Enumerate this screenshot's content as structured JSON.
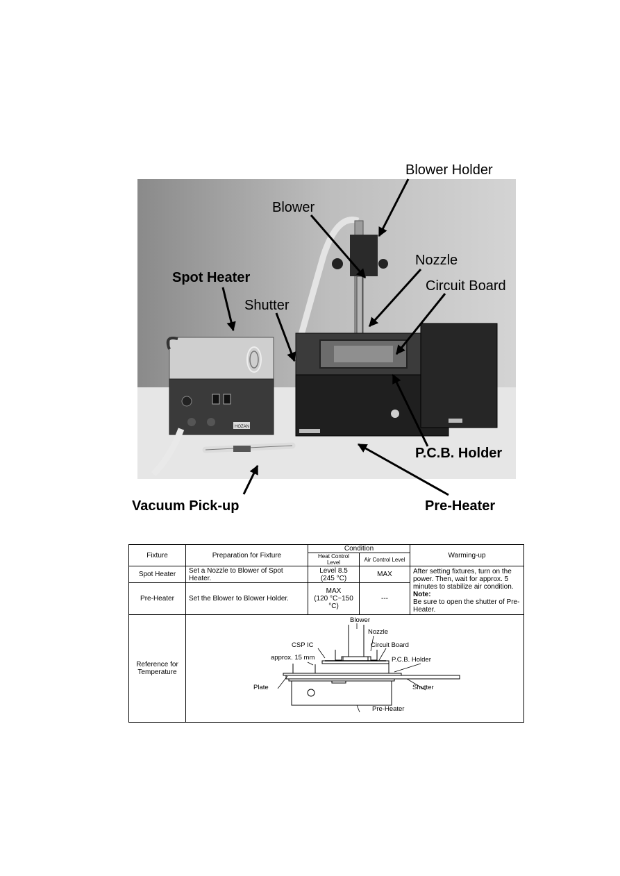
{
  "photo": {
    "callouts": {
      "blower_holder": "Blower Holder",
      "blower": "Blower",
      "nozzle": "Nozzle",
      "spot_heater": "Spot Heater",
      "shutter": "Shutter",
      "circuit_board": "Circuit Board",
      "pcb_holder": "P.C.B. Holder",
      "vacuum_pickup": "Vacuum Pick-up",
      "pre_heater": "Pre-Heater"
    },
    "brand_plate": "HOZAN"
  },
  "table": {
    "headers": {
      "fixture": "Fixture",
      "preparation": "Preparation for Fixture",
      "condition": "Condition",
      "heat_control": "Heat Control Level",
      "air_control": "Air Control Level",
      "warming_up": "Warming-up"
    },
    "rows": [
      {
        "fixture": "Spot Heater",
        "preparation": "Set a Nozzle to Blower of Spot Heater.",
        "heat_level": "Level 8.5",
        "heat_temp": "(245 °C)",
        "air_level": "MAX"
      },
      {
        "fixture": "Pre-Heater",
        "preparation": "Set the Blower to Blower Holder.",
        "heat_level": "MAX",
        "heat_temp": "(120 °C~150 °C)",
        "air_level": "---"
      }
    ],
    "warming_up": {
      "text": "After setting fixtures, turn on the power. Then, wait for approx. 5 minutes to stabilize air condition.",
      "note_label": "Note:",
      "note_text": "Be sure to open the shutter of Pre-Heater."
    },
    "reference": {
      "label": "Reference for Temperature",
      "diagram_labels": {
        "blower": "Blower",
        "nozzle": "Nozzle",
        "csp_ic": "CSP IC",
        "circuit_board": "Circuit Board",
        "distance": "approx. 15 mm",
        "pcb_holder": "P.C.B. Holder",
        "plate": "Plate",
        "shutter": "Shutter",
        "pre_heater": "Pre-Heater"
      }
    }
  }
}
